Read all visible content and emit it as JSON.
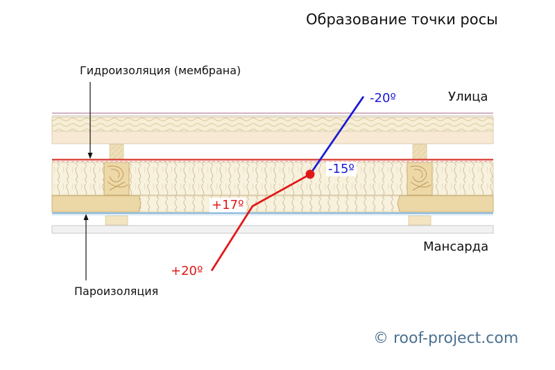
{
  "title": "Образование точки росы",
  "labels": {
    "street": "Улица",
    "attic": "Мансарда",
    "membrane": "Гидроизоляция (мембрана)",
    "vapor_barrier": "Пароизоляция"
  },
  "temperatures": {
    "outside": "-20º",
    "dew_point": "-15º",
    "insulation_inner": "+17º",
    "inside": "+20º"
  },
  "copyright": "© roof-project.com",
  "colors": {
    "cold_line": "#1a1ad6",
    "warm_line": "#e01818",
    "insulation": "#f6efd9",
    "wood": "#ecd7a6",
    "membrane": "#d9493e",
    "vapor_barrier": "#7fb3d8",
    "copyright": "#4c7190"
  }
}
